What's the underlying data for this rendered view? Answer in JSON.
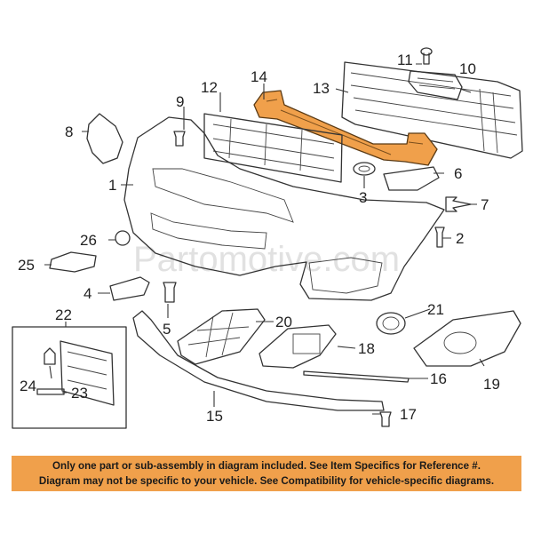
{
  "watermark": "Partomotive.com",
  "highlight_color": "#f0a04b",
  "line_color": "#333333",
  "callouts": {
    "c1": "1",
    "c2": "2",
    "c3": "3",
    "c4": "4",
    "c5": "5",
    "c6": "6",
    "c7": "7",
    "c8": "8",
    "c9": "9",
    "c10": "10",
    "c11": "11",
    "c12": "12",
    "c13": "13",
    "c14": "14",
    "c15": "15",
    "c16": "16",
    "c17": "17",
    "c18": "18",
    "c19": "19",
    "c20": "20",
    "c21": "21",
    "c22": "22",
    "c23": "23",
    "c24": "24",
    "c25": "25",
    "c26": "26"
  },
  "notice": {
    "line1": "Only one part or sub-assembly in diagram included. See Item Specifics for Reference #.",
    "line2": "Diagram may not be specific to your vehicle. See Compatibility for vehicle-specific diagrams."
  }
}
